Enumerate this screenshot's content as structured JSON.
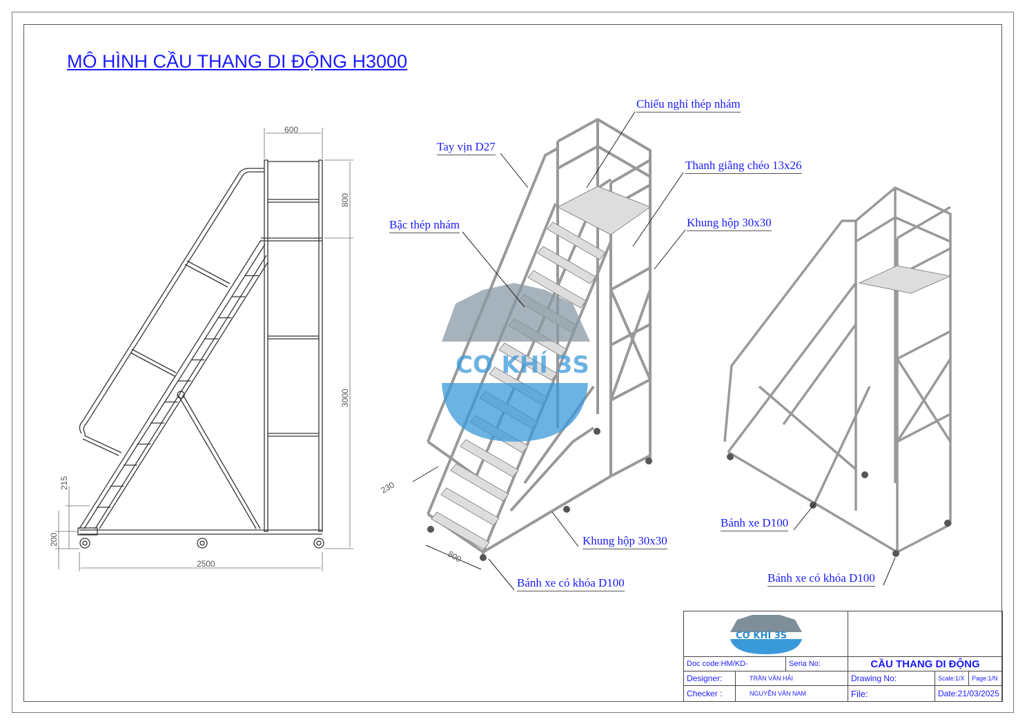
{
  "title": "MÔ HÌNH CẦU THANG DI ĐỘNG H3000",
  "side_view": {
    "dimensions": {
      "width_top": "600",
      "height_top": "800",
      "height_main": "3000",
      "length": "2500",
      "step_height": "215",
      "base_height": "200"
    }
  },
  "iso_view": {
    "labels": {
      "landing": "Chiếu nghỉ thép nhám",
      "handrail": "Tay vịn D27",
      "diagonal_brace": "Thanh giằng chéo 13x26",
      "step": "Bậc thép nhám",
      "box_frame_top": "Khung hộp 30x30",
      "box_frame_bottom": "Khung hộp 30x30",
      "locking_wheel": "Bánh xe có khóa D100"
    },
    "dimensions": {
      "step_depth": "230",
      "width": "800"
    }
  },
  "iso_view_2": {
    "labels": {
      "wheel": "Bánh xe D100",
      "locking_wheel": "Bánh xe có khóa D100"
    }
  },
  "watermark": {
    "logo_text": "CƠ KHÍ 3S"
  },
  "title_block": {
    "logo_text": "CƠ KHÍ 3S",
    "doc_code": "Doc code:HM/KD-",
    "seria_no": "Seria No:",
    "product_name": "CẦU THANG DI ĐỘNG",
    "designer_label": "Designer:",
    "designer_name": "TRẦN VĂN HẢI",
    "drawing_no": "Drawing No:",
    "scale": "Scale:1/X",
    "page": "Page:1/N",
    "checker_label": "Checker :",
    "checker_name": "NGUYỄN VĂN NAM",
    "file": "File:",
    "date": "Date:21/03/2025"
  },
  "colors": {
    "label_blue": "#1a1aff",
    "line_gray": "#444444",
    "logo_blue": "#3a9ad9",
    "logo_gray": "#8a9aa6"
  }
}
